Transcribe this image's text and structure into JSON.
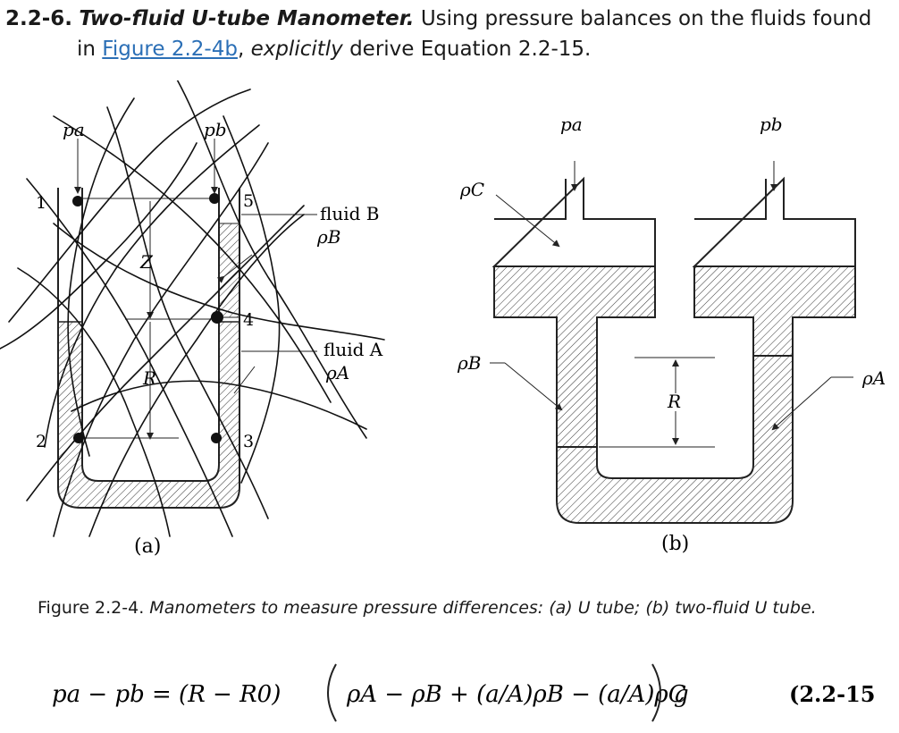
{
  "problem": {
    "number": "2.2-6.",
    "title": "Two-fluid U-tube Manometer.",
    "text1": "Using pressure balances on the fluids found",
    "text2_prefix": "in",
    "link": "Figure 2.2-4b",
    "comma": ",",
    "emphasis": "explicitly",
    "text2_suffix": "derive Equation 2.2-15."
  },
  "fig_a": {
    "pa": "pa",
    "pb": "pb",
    "point1": "1",
    "point2": "2",
    "point3": "3",
    "point4": "4",
    "point5": "5",
    "Z": "Z",
    "R": "R",
    "fluidB": "fluid B",
    "rhoB": "ρB",
    "fluidA": "fluid A",
    "rhoA": "ρA",
    "label": "(a)"
  },
  "fig_b": {
    "pa": "pa",
    "pb": "pb",
    "rhoC": "ρC",
    "rhoB": "ρB",
    "rhoA": "ρA",
    "R": "R",
    "label": "(b)"
  },
  "caption": {
    "prefix": "Figure 2.2-4. ",
    "text": "Manometers to measure pressure differences: (a) U tube; (b) two-fluid U tube."
  },
  "equation": {
    "lhs": "pa − pb = (R − R0)",
    "body": "ρA − ρB + (a/A)ρB − (a/A)ρC",
    "g": "g",
    "number": "(2.2-15)"
  }
}
